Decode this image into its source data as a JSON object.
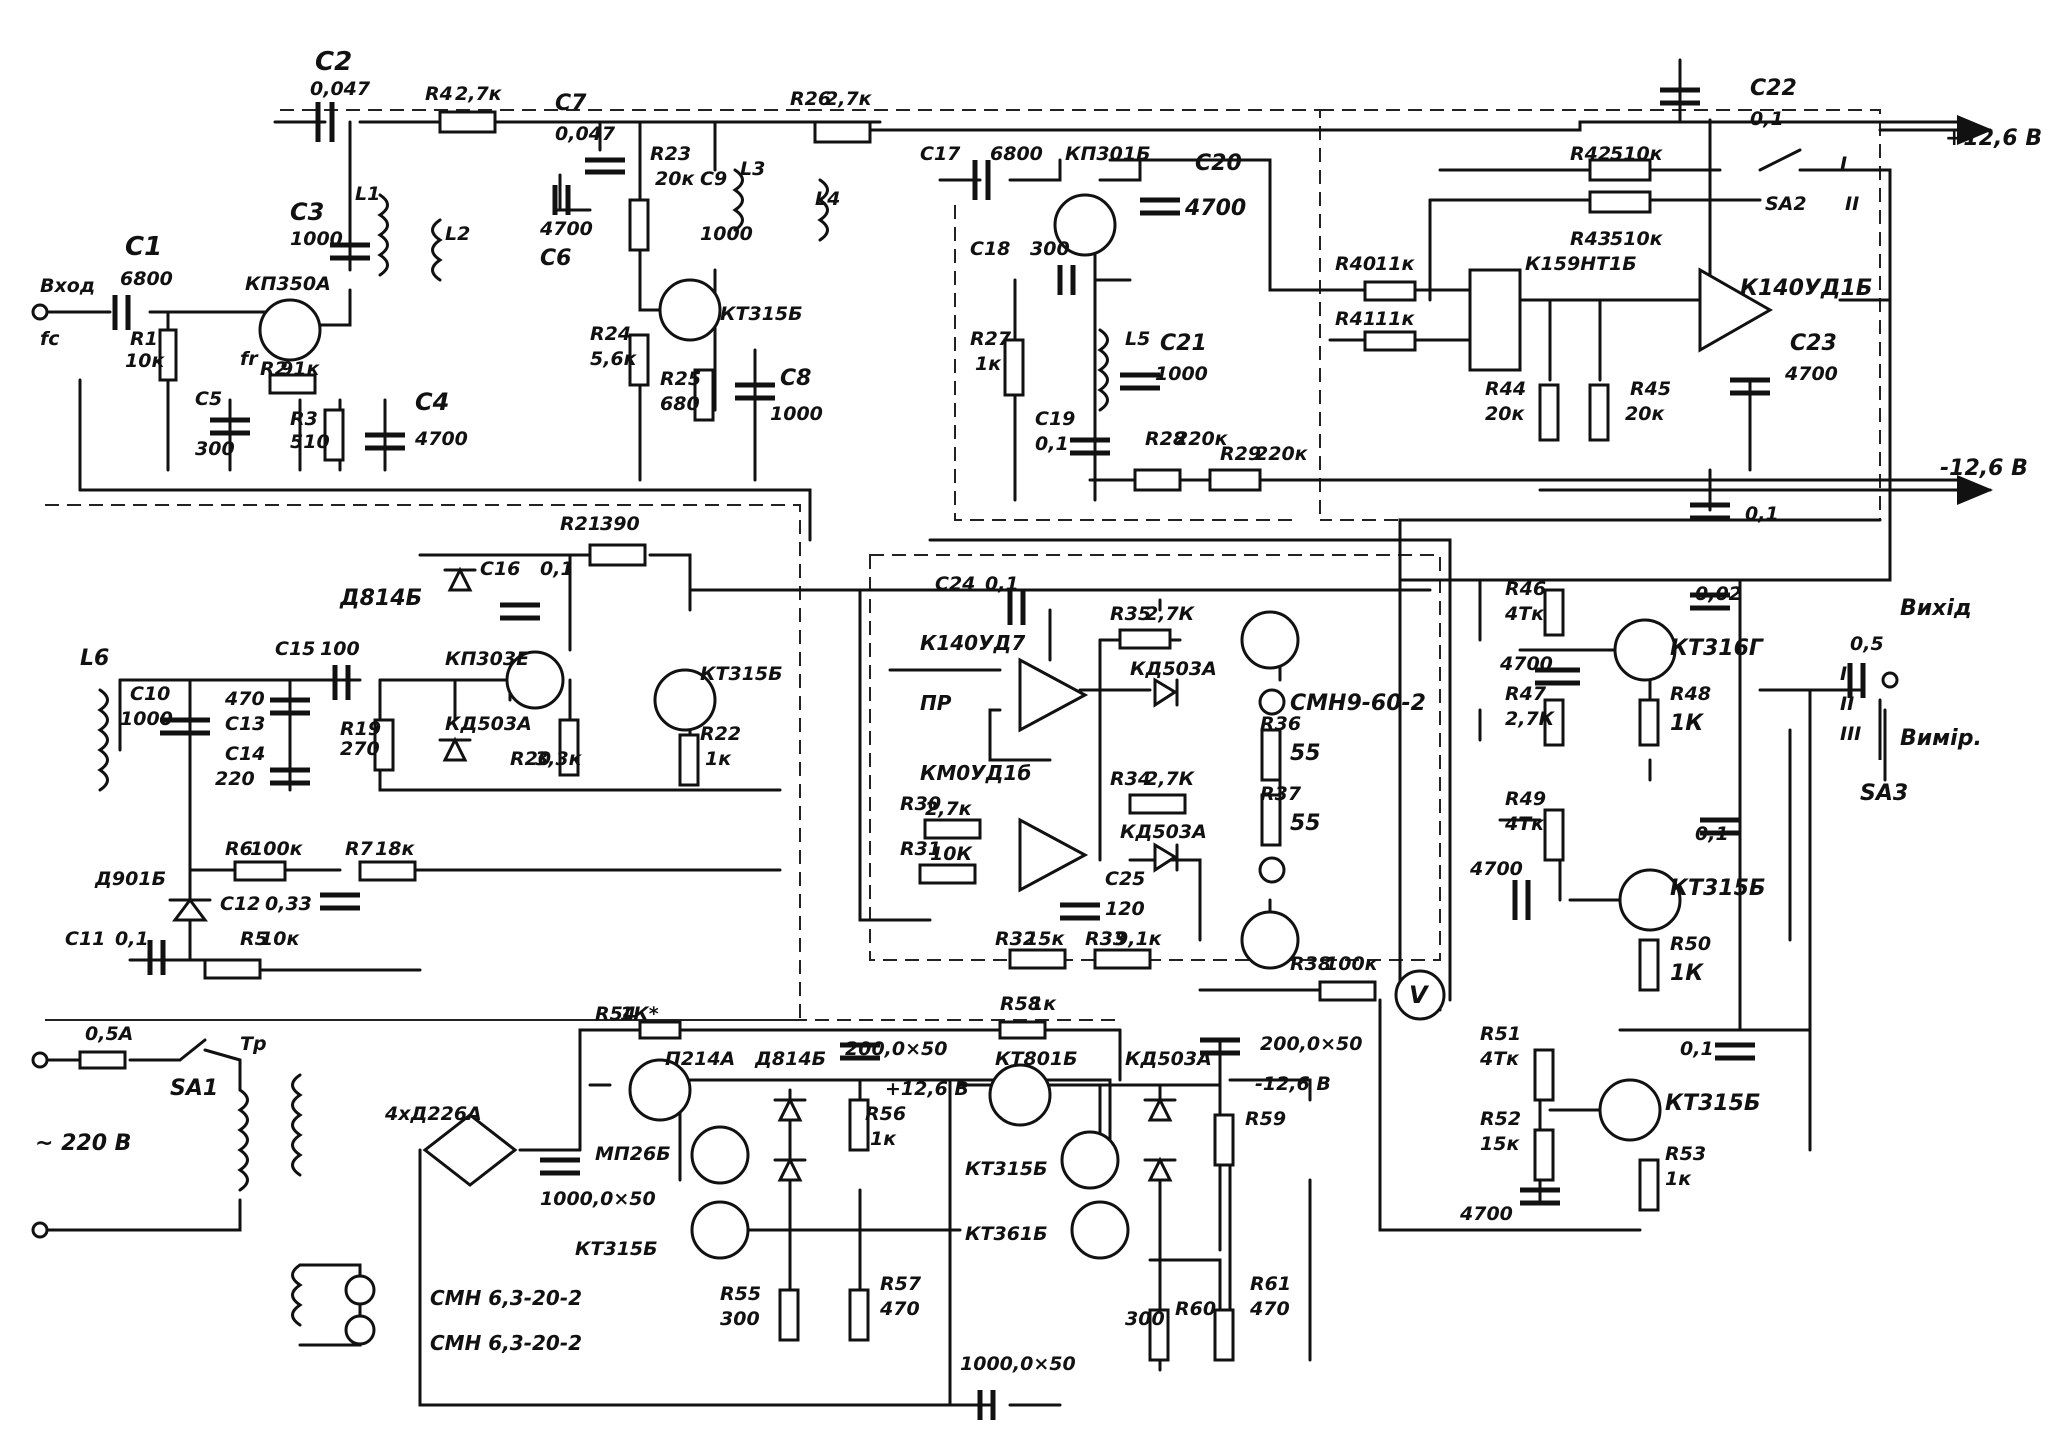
{
  "labels": {
    "input": "Вход",
    "input_signal": "fc",
    "output": "Вихід",
    "measure": "Вимір.",
    "plus_rail": "+12,6 В",
    "minus_rail": "-12,6 В",
    "mains": "~ 220 В",
    "fuse": "0,5А",
    "switch1": "SA1",
    "switch2": "SA2",
    "switch3": "SA3",
    "transformer": "Tр",
    "bridge": "4хД226А",
    "sa2_pos1": "I",
    "sa2_pos2": "II",
    "sa3_pos1": "I",
    "sa3_pos2": "II",
    "sa3_pos3": "III",
    "pr_label": "ПР",
    "fr_label": "fr"
  },
  "capacitors": {
    "c1": "C1",
    "c1v": "6800",
    "c2": "C2",
    "c2v": "0,047",
    "c3": "C3",
    "c3v": "1000",
    "c4": "C4",
    "c4v": "4700",
    "c5": "C5",
    "c5v": "300",
    "c6": "C6",
    "c6v": "4700",
    "c7": "C7",
    "c7v": "0,047",
    "c8": "C8",
    "c8v": "1000",
    "c9": "C9",
    "c9v": "1000",
    "c10": "C10",
    "c10v": "1000",
    "c11": "C11",
    "c11v": "0,1",
    "c12": "C12",
    "c12v": "0,33",
    "c13": "C13",
    "c13v": "470",
    "c14": "C14",
    "c14v": "220",
    "c15": "C15",
    "c15v": "100",
    "c16": "C16",
    "c16v": "0,1",
    "c17": "C17",
    "c17v": "6800",
    "c18": "C18",
    "c18v": "300",
    "c19": "C19",
    "c19v": "0,1",
    "c20": "C20",
    "c20v": "4700",
    "c21": "C21",
    "c21v": "1000",
    "c22": "C22",
    "c22v": "0,1",
    "c23": "C23",
    "c23v": "4700",
    "c24": "C24",
    "c24v": "0,1",
    "c25": "C25",
    "c25v": "120",
    "c_rail": "0,1",
    "c_out": "0,5",
    "c_r47": "4700",
    "c_r49": "4700",
    "c_r49b": "0,1",
    "c_r51": "0,1",
    "c_r52": "4700",
    "c_rect": "1000,0×50",
    "c_pos": "200,0×50",
    "c_neg": "200,0×50",
    "c_bottom": "1000,0×50",
    "c_misc": "0,02"
  },
  "resistors": {
    "r1": "R1",
    "r1v": "10к",
    "r2": "R2",
    "r2v": "91к",
    "r3": "R3",
    "r3v": "510",
    "r4": "R4",
    "r4v": "2,7к",
    "r5": "R5",
    "r5v": "10к",
    "r6": "R6",
    "r6v": "100к",
    "r7": "R7",
    "r7v": "18к",
    "r19": "R19",
    "r19v": "270",
    "r20": "R20",
    "r20v": "3,3к",
    "r21": "R21",
    "r21v": "390",
    "r22": "R22",
    "r22v": "1к",
    "r23": "R23",
    "r23v": "20к",
    "r24": "R24",
    "r24v": "5,6к",
    "r25": "R25",
    "r25v": "680",
    "r26": "R26",
    "r26v": "2,7к",
    "r27": "R27",
    "r27v": "1к",
    "r28": "R28",
    "r28v": "220к",
    "r29": "R29",
    "r29v": "220к",
    "r30": "R30",
    "r30v": "2,7к",
    "r31": "R31",
    "r31v": "10К",
    "r32": "R32",
    "r32v": "15к",
    "r33": "R33",
    "r33v": "9,1к",
    "r34": "R34",
    "r34v": "2,7К",
    "r35": "R35",
    "r35v": "2,7К",
    "r36": "R36",
    "r36v": "55",
    "r37": "R37",
    "r37v": "55",
    "r38": "R38",
    "r38v": "100к",
    "r40": "R40",
    "r40v": "11к",
    "r41": "R41",
    "r41v": "11к",
    "r42": "R42",
    "r42v": "510к",
    "r43": "R43",
    "r43v": "510к",
    "r44": "R44",
    "r44v": "20к",
    "r45": "R45",
    "r45v": "20к",
    "r46": "R46",
    "r46v": "4Тк",
    "r47": "R47",
    "r47v": "2,7К",
    "r48": "R48",
    "r48v": "1К",
    "r49": "R49",
    "r49v": "4Тк",
    "r50": "R50",
    "r50v": "1К",
    "r51": "R51",
    "r51v": "4Тк",
    "r52": "R52",
    "r52v": "15к",
    "r53": "R53",
    "r53v": "1к",
    "r54": "R54",
    "r54v": "1К*",
    "r55": "R55",
    "r55v": "300",
    "r56": "R56",
    "r56v": "1к",
    "r57": "R57",
    "r57v": "470",
    "r58": "R58",
    "r58v": "1к",
    "r59": "R59",
    "r60": "R60",
    "r60v": "300",
    "r61": "R61",
    "r61v": "470"
  },
  "semiconductors": {
    "q1": "КП350А",
    "q2": "КТ315Б",
    "q3": "КП301Б",
    "q4": "КП303Е",
    "q5": "КТ315Б",
    "q6": "КТ316Г",
    "q7": "КТ315Б",
    "q8": "КТ315Б",
    "q9": "П214А",
    "q10": "МП26Б",
    "q11": "КТ315Б",
    "q12": "КТ801Б",
    "q13": "КТ315Б",
    "q14": "КТ361Б",
    "ic1": "К159НТ1Б",
    "ic2": "К140УД1Б",
    "ic3": "К140УД7",
    "ic4": "КМ0УД1б",
    "d1": "Д814Б",
    "d2": "КД503А",
    "d3": "КД503А",
    "d4": "КД503А",
    "d5": "Д901Б",
    "d6": "Д814Б",
    "d7": "КД503А"
  },
  "inductors": {
    "l1": "L1",
    "l2": "L2",
    "l3": "L3",
    "l4": "L4",
    "l5": "L5",
    "l6": "L6"
  },
  "lamps": {
    "lamp1": "СМН9-60-2",
    "lamp2": "СМН 6,3-20-2",
    "lamp3": "СМН 6,3-20-2"
  },
  "voltages": {
    "pos_reg": "+12,6 В",
    "neg_reg": "-12,6 В"
  },
  "meter": "V"
}
